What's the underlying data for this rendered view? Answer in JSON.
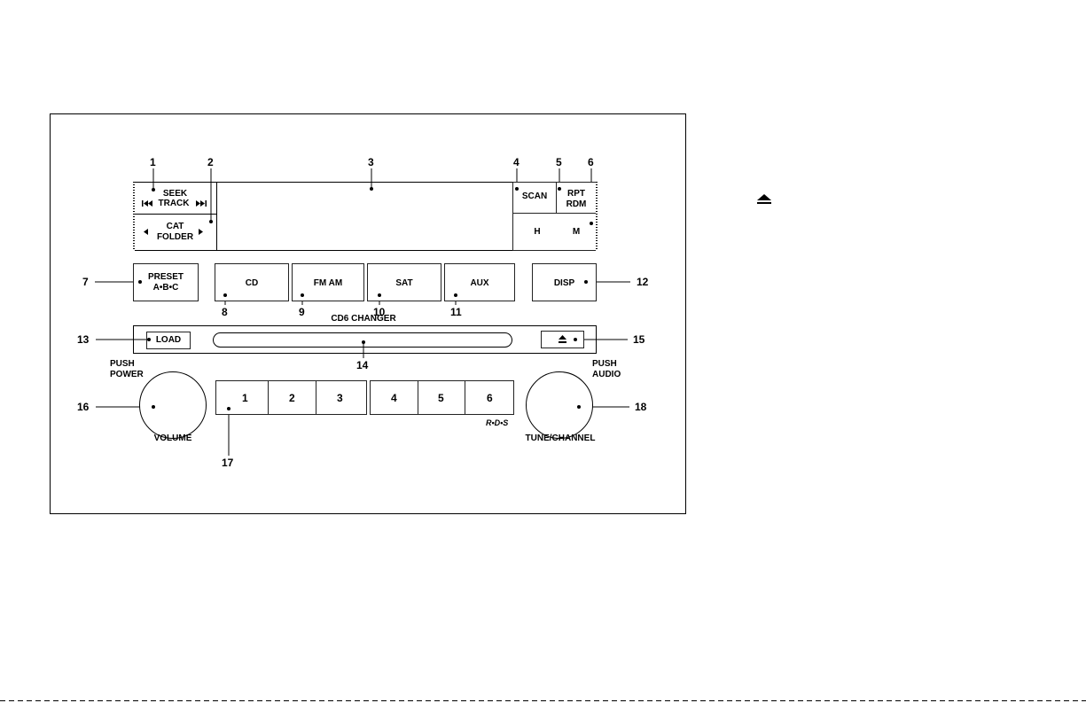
{
  "labels": {
    "seek": "SEEK",
    "track": "TRACK",
    "cat": "CAT",
    "folder": "FOLDER",
    "scan": "SCAN",
    "rpt": "RPT",
    "rdm": "RDM",
    "h": "H",
    "m": "M",
    "preset": "PRESET",
    "abc": "A•B•C",
    "cd": "CD",
    "fmam": "FM AM",
    "sat": "SAT",
    "aux": "AUX",
    "disp": "DISP",
    "cd6_changer": "CD6 CHANGER",
    "load": "LOAD",
    "push_power_1": "PUSH",
    "push_power_2": "POWER",
    "volume": "VOLUME",
    "push_audio_1": "PUSH",
    "push_audio_2": "AUDIO",
    "tune_channel": "TUNE/CHANNEL",
    "rds": "R•D•S",
    "presets": [
      "1",
      "2",
      "3",
      "4",
      "5",
      "6"
    ]
  },
  "callouts": [
    "1",
    "2",
    "3",
    "4",
    "5",
    "6",
    "7",
    "8",
    "9",
    "10",
    "11",
    "12",
    "13",
    "14",
    "15",
    "16",
    "17",
    "18"
  ],
  "icons": {
    "eject": "eject-icon",
    "prev": "skip-back-icon",
    "next": "skip-forward-icon",
    "left": "triangle-left-icon",
    "right": "triangle-right-icon"
  }
}
